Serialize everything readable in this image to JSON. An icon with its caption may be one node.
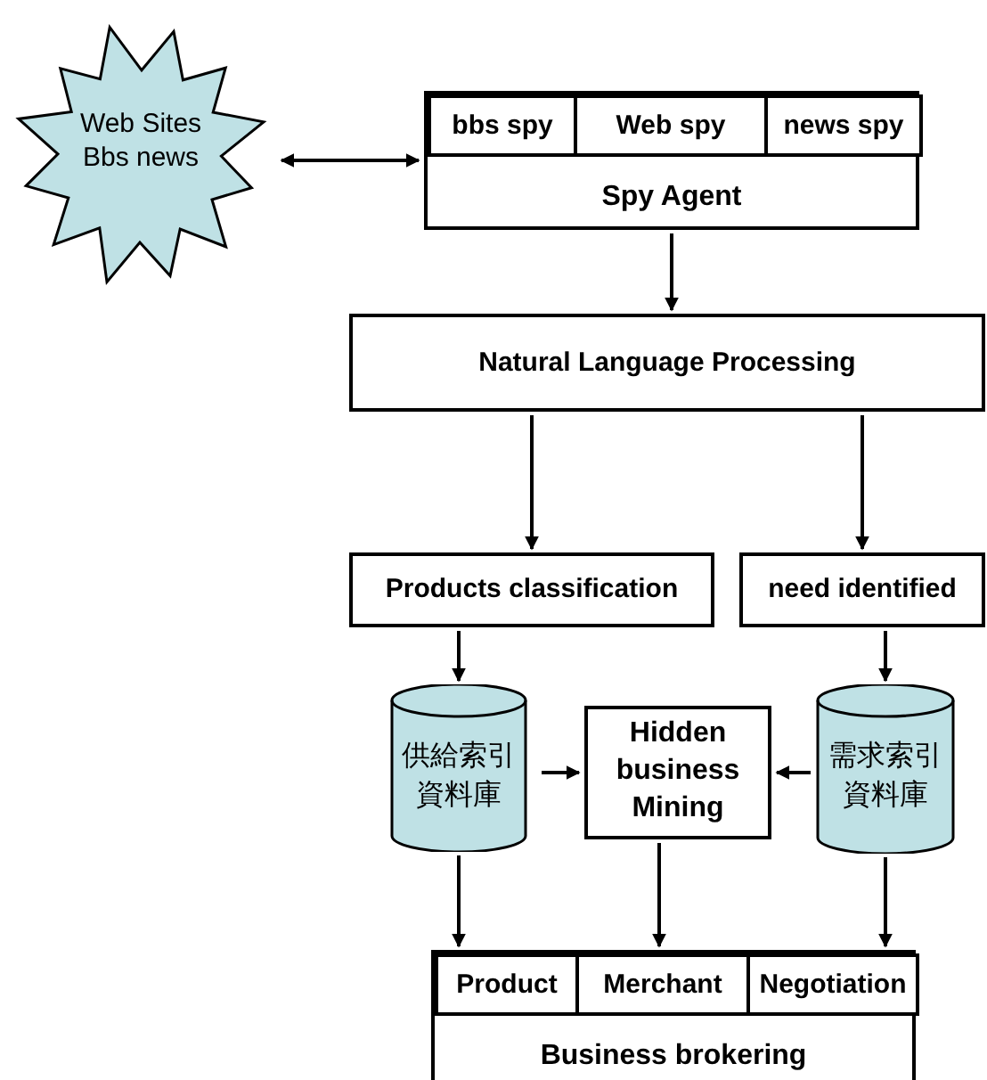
{
  "diagram": {
    "nodes": [
      {
        "text": [
          "Web Sites Bbs news"
        ]
      },
      {
        "text": [
          "Spy Agent"
        ]
      },
      {
        "text": [
          "bbs spy"
        ],
        "in": 1
      },
      {
        "text": [
          "Web spy"
        ],
        "in": 1
      },
      {
        "text": [
          "news spy"
        ],
        "in": 1
      },
      {
        "text": [
          "Natural Language Processing"
        ]
      },
      {
        "text": [
          "Products classification"
        ]
      },
      {
        "text": [
          "need identified"
        ]
      },
      {
        "text": [
          "供給索引資料庫"
        ]
      },
      {
        "text": [
          "Hidden business Mining"
        ]
      },
      {
        "text": [
          "需求索引資料庫"
        ]
      },
      {
        "text": [
          "Business brokering"
        ]
      },
      {
        "text": [
          "Product"
        ],
        "in": 11
      },
      {
        "text": [
          "Merchant"
        ],
        "in": 11
      },
      {
        "text": [
          "Negotiation"
        ],
        "in": 11
      }
    ],
    "edges": [
      {
        "from": 0,
        "to": 1,
        "arrow": "both"
      },
      {
        "from": 1,
        "to": 5,
        "arrow": "to"
      },
      {
        "from": 5,
        "to": 6,
        "arrow": "to"
      },
      {
        "from": 5,
        "to": 7,
        "arrow": "to"
      },
      {
        "from": 6,
        "to": 8,
        "arrow": "to"
      },
      {
        "from": 7,
        "to": 10,
        "arrow": "to"
      },
      {
        "from": 8,
        "to": 9,
        "arrow": "to"
      },
      {
        "from": 10,
        "to": 9,
        "arrow": "to"
      },
      {
        "from": 8,
        "to": 12,
        "arrow": "to"
      },
      {
        "from": 9,
        "to": 13,
        "arrow": "to"
      },
      {
        "from": 10,
        "to": 14,
        "arrow": "to"
      }
    ]
  }
}
